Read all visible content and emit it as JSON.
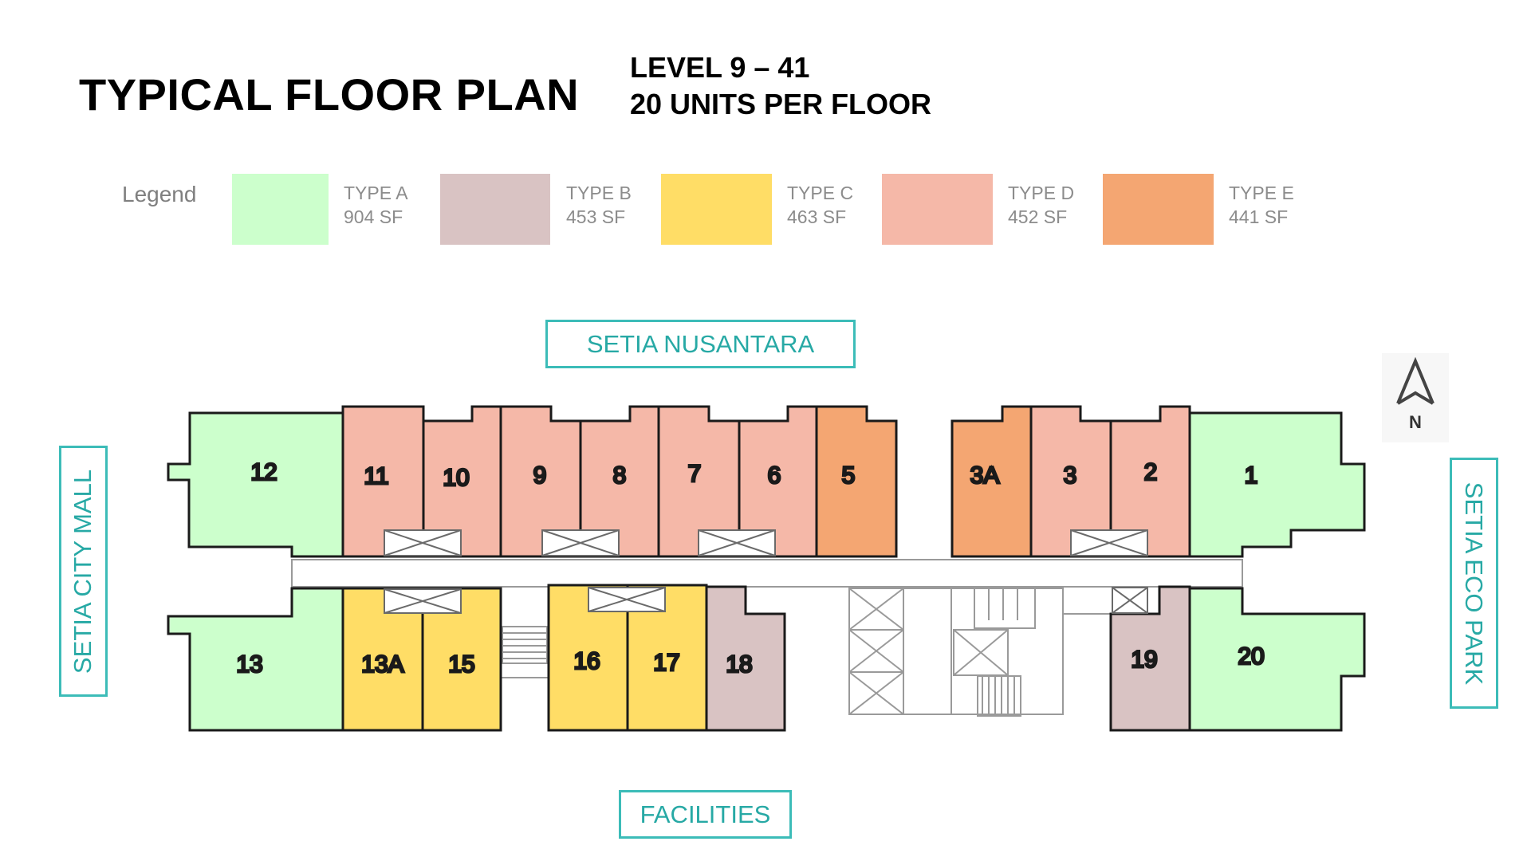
{
  "header": {
    "title": "TYPICAL FLOOR PLAN",
    "level": "LEVEL 9 – 41",
    "units_per_floor": "20 UNITS PER FLOOR"
  },
  "legend": {
    "label": "Legend",
    "items": [
      {
        "type": "TYPE A",
        "size": "904 SF",
        "color": "#ccffcc"
      },
      {
        "type": "TYPE B",
        "size": "453 SF",
        "color": "#d9c3c3"
      },
      {
        "type": "TYPE C",
        "size": "463 SF",
        "color": "#ffdd66"
      },
      {
        "type": "TYPE D",
        "size": "452 SF",
        "color": "#f5b8a8"
      },
      {
        "type": "TYPE E",
        "size": "441 SF",
        "color": "#f4a672"
      }
    ]
  },
  "surroundings": {
    "north_side": "SETIA NUSANTARA",
    "west_side": "SETIA CITY MALL",
    "east_side": "SETIA ECO PARK",
    "south_side": "FACILITIES"
  },
  "compass": {
    "label": "N"
  },
  "units": {
    "u12": {
      "label": "12",
      "type": "TYPE A"
    },
    "u11": {
      "label": "11",
      "type": "TYPE D"
    },
    "u10": {
      "label": "10",
      "type": "TYPE D"
    },
    "u9": {
      "label": "9",
      "type": "TYPE D"
    },
    "u8": {
      "label": "8",
      "type": "TYPE D"
    },
    "u7": {
      "label": "7",
      "type": "TYPE D"
    },
    "u6": {
      "label": "6",
      "type": "TYPE D"
    },
    "u5": {
      "label": "5",
      "type": "TYPE E"
    },
    "u3a": {
      "label": "3A",
      "type": "TYPE E"
    },
    "u3": {
      "label": "3",
      "type": "TYPE D"
    },
    "u2": {
      "label": "2",
      "type": "TYPE D"
    },
    "u1": {
      "label": "1",
      "type": "TYPE A"
    },
    "u13": {
      "label": "13",
      "type": "TYPE A"
    },
    "u13a": {
      "label": "13A",
      "type": "TYPE C"
    },
    "u15": {
      "label": "15",
      "type": "TYPE C"
    },
    "u16": {
      "label": "16",
      "type": "TYPE C"
    },
    "u17": {
      "label": "17",
      "type": "TYPE C"
    },
    "u18": {
      "label": "18",
      "type": "TYPE B"
    },
    "u19": {
      "label": "19",
      "type": "TYPE B"
    },
    "u20": {
      "label": "20",
      "type": "TYPE A"
    }
  },
  "colors": {
    "outline": "#1a1a1a",
    "core_lines": "#9a9a9a",
    "accent_teal": "#3cbcb8"
  }
}
